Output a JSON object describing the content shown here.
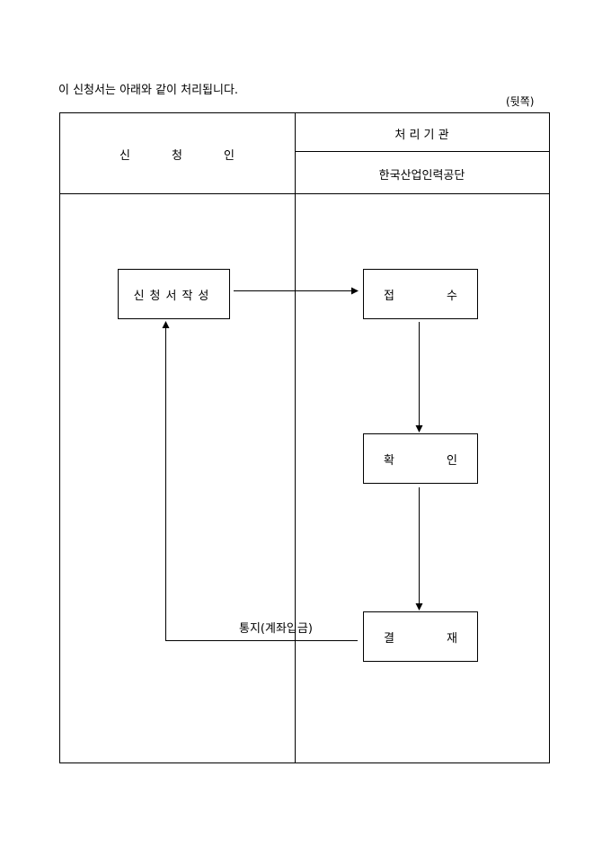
{
  "intro": "이 신청서는 아래와 같이 처리됩니다.",
  "page_side": "(뒷쪽)",
  "header": {
    "applicant": [
      "신",
      "청",
      "인"
    ],
    "processing_org_label": "처 리 기 관",
    "processing_org": "한국산업인력공단"
  },
  "flow": {
    "write_application": "신청서작성",
    "receipt": [
      "접",
      "수"
    ],
    "confirm": [
      "확",
      "인"
    ],
    "approval": [
      "결",
      "재"
    ],
    "notice": "통지(계좌입금)"
  }
}
